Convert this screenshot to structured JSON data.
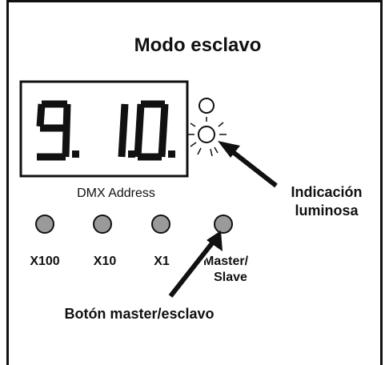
{
  "title": "Modo esclavo",
  "display": {
    "digits": [
      "9.",
      "1.",
      "0."
    ],
    "caption": "DMX Address"
  },
  "buttons": [
    {
      "label": "X100"
    },
    {
      "label": "X10"
    },
    {
      "label": "X1"
    },
    {
      "label": "Master/",
      "label2": "Slave"
    }
  ],
  "callouts": {
    "indicator_line1": "Indicación",
    "indicator_line2": "luminosa",
    "button": "Botón master/esclavo"
  },
  "colors": {
    "button_fill": "#9a9a9a",
    "ink": "#111111"
  }
}
